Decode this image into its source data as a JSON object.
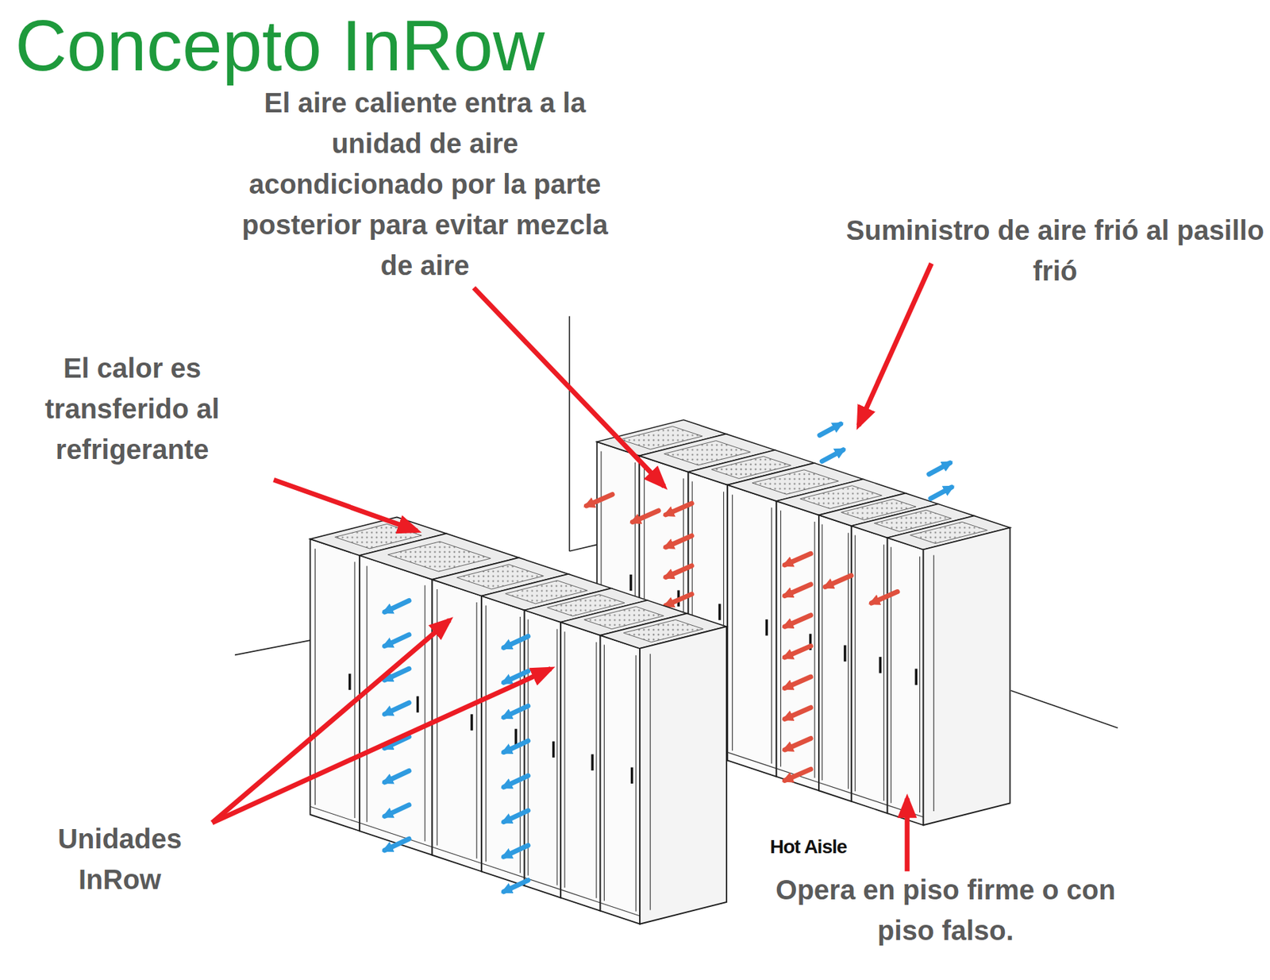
{
  "diagram": {
    "title": "Concepto InRow",
    "labels": [
      "El aire caliente entra a la unidad de aire acondicionado por la parte posterior para evitar mezcla de aire",
      "Suministro de aire frió al pasillo frió",
      "El calor es transferido al refrigerante",
      "Unidades InRow",
      "Hot Aisle",
      "Opera en piso firme o con piso falso."
    ]
  }
}
